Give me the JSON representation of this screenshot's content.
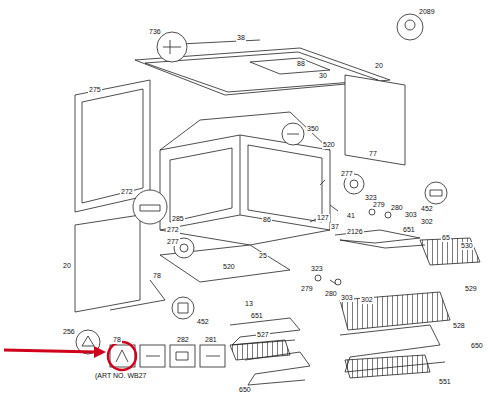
{
  "diagram": {
    "labels": [
      "736",
      "38",
      "88",
      "30",
      "20",
      "2089",
      "275",
      "350",
      "520",
      "77",
      "277",
      "323",
      "452",
      "272",
      "285",
      "272",
      "86",
      "127",
      "37",
      "41",
      "279",
      "280",
      "303",
      "302",
      "2126",
      "651",
      "65",
      "530",
      "277",
      "520",
      "25",
      "20",
      "78",
      "452",
      "529",
      "323",
      "279",
      "280",
      "303",
      "302",
      "13",
      "651",
      "256",
      "527",
      "528",
      "650",
      "650",
      "551",
      "78",
      "282",
      "281",
      "(ART NO. WB27"
    ]
  }
}
